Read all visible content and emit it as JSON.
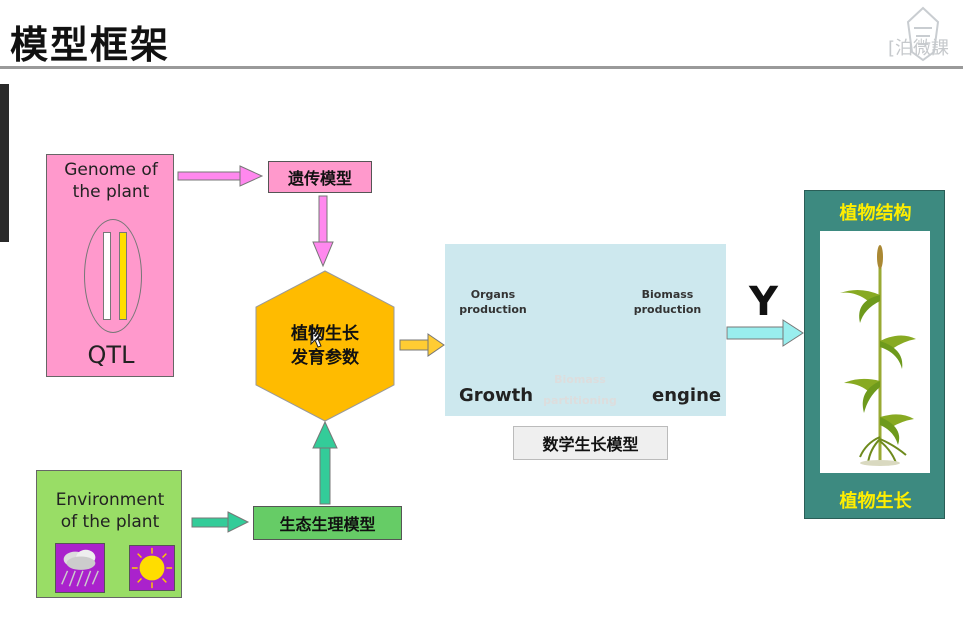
{
  "slide": {
    "title": "模型框架",
    "watermark_text": "[泊微課"
  },
  "genome": {
    "label_line1": "Genome of",
    "label_line2": "the plant",
    "qtl": "QTL"
  },
  "genetic_model": "遗传模型",
  "hexagon": {
    "line1": "植物生长",
    "line2": "发育参数"
  },
  "environment": {
    "label_line1": "Environment",
    "label_line2": "of the plant"
  },
  "eco_model": "生态生理模型",
  "engine": {
    "organs_line1": "Organs",
    "organs_line2": "production",
    "biomass_prod_line1": "Biomass",
    "biomass_prod_line2": "production",
    "biomass_part_line1": "Biomass",
    "biomass_part_line2": "partitioning",
    "growth": "Growth",
    "engine": "engine"
  },
  "math_model": "数学生长模型",
  "output_label": "Y",
  "plant": {
    "structure": "植物结构",
    "growth": "植物生长"
  },
  "colors": {
    "genome_pink": "#ff99cc",
    "hexagon_gold": "#ffbb00",
    "eco_green": "#66cc66",
    "env_green": "#99dd66",
    "engine_bg": "#cde8ee",
    "plant_teal": "#3d8a80",
    "plant_text_yellow": "#ffee00",
    "arrow_pink": "#ff88ee",
    "arrow_teal": "#33cc99",
    "arrow_yellow": "#ffcc33",
    "arrow_cyan": "#99eeee"
  }
}
